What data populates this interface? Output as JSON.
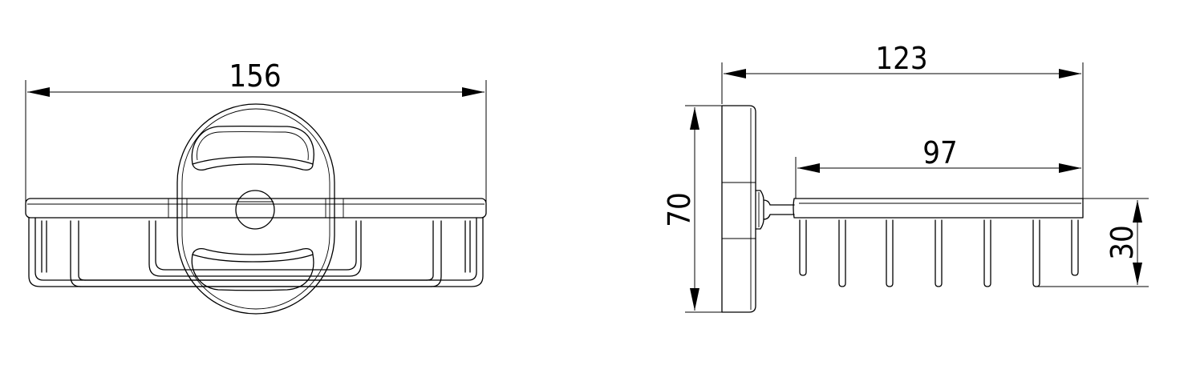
{
  "drawing": {
    "front_view": {
      "width_label": "156"
    },
    "side_view": {
      "depth_total_label": "123",
      "shelf_depth_label": "97",
      "height_label": "70",
      "basket_height_label": "30"
    }
  }
}
